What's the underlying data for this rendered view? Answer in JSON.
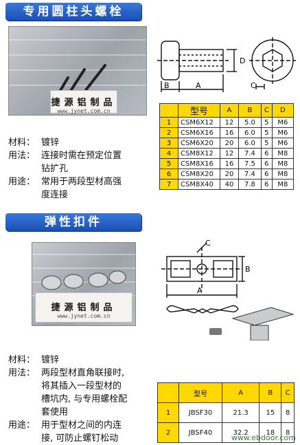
{
  "section1": {
    "title": "专用圆柱头螺栓",
    "photo_label": "捷源铝制品",
    "photo_url": "www.jynet.com.cn",
    "specs": [
      {
        "key": "材料：",
        "lines": [
          "镀锌"
        ]
      },
      {
        "key": "用法：",
        "lines": [
          "连接时需在预定位置",
          "钻扩孔"
        ]
      },
      {
        "key": "用途：",
        "lines": [
          "常用于两段型材高强",
          "度连接"
        ]
      }
    ],
    "drawing_labels": {
      "a": "A",
      "b": "B",
      "c": "C",
      "d": "D"
    },
    "table": {
      "headers": [
        "",
        "型号",
        "A",
        "B",
        "C",
        "D"
      ],
      "rows": [
        [
          "1",
          "CSM6X12",
          "12",
          "5.0",
          "5",
          "M6"
        ],
        [
          "2",
          "CSM6X16",
          "16",
          "6.0",
          "5",
          "M6"
        ],
        [
          "3",
          "CSM6X20",
          "20",
          "6.0",
          "5",
          "M6"
        ],
        [
          "4",
          "CSM8X12",
          "12",
          "7.4",
          "6",
          "M8"
        ],
        [
          "5",
          "CSM8X16",
          "16",
          "7.5",
          "6",
          "M8"
        ],
        [
          "6",
          "CSM8X20",
          "20",
          "7.4",
          "6",
          "M8"
        ],
        [
          "7",
          "CSM8X40",
          "40",
          "7.8",
          "6",
          "M8"
        ]
      ]
    }
  },
  "section2": {
    "title": "弹性扣件",
    "photo_label": "捷源铝制品",
    "photo_url": "www.jynet.com.cn",
    "specs": [
      {
        "key": "材料：",
        "lines": [
          "镀锌"
        ]
      },
      {
        "key": "用法：",
        "lines": [
          "两段型材直角联接时,",
          "将其插入一段型材的",
          "槽坑内, 与专用螺栓配",
          "套使用"
        ]
      },
      {
        "key": "用途：",
        "lines": [
          "用于型材之间的内连",
          "接, 可防止螺钉松动"
        ]
      }
    ],
    "drawing_labels": {
      "a": "A",
      "b": "B",
      "c": "C"
    },
    "table": {
      "headers": [
        "",
        "型号",
        "A",
        "B",
        "C"
      ],
      "rows": [
        [
          "1",
          "JBSF30",
          "21.3",
          "15",
          "8"
        ],
        [
          "2",
          "JBSF40",
          "32.2",
          "18",
          "8"
        ]
      ]
    }
  },
  "watermark": "www.ebdoor.com"
}
